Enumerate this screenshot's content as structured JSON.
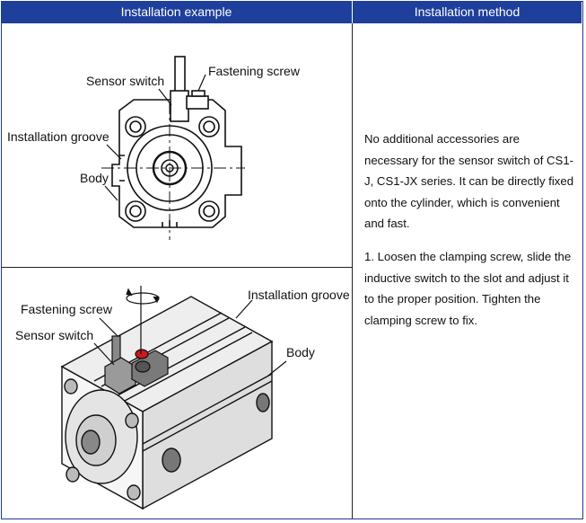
{
  "header": {
    "col1": "Installation example",
    "col2": "Installation method"
  },
  "top_diagram": {
    "sensor_switch": "Sensor switch",
    "fastening_screw": "Fastening screw",
    "installation_groove": "Installation groove",
    "body": "Body"
  },
  "bottom_diagram": {
    "fastening_screw": "Fastening screw",
    "sensor_switch": "Sensor switch",
    "installation_groove": "Installation groove",
    "body": "Body"
  },
  "method": {
    "para1": "No additional accessories are necessary for the sensor switch of CS1-J, CS1-JX series. It can be directly fixed onto the cylinder, which is convenient and fast.",
    "para2": "1. Loosen the clamping screw, slide the inductive switch to the slot and adjust it to the proper position. Tighten the clamping screw  to fix."
  },
  "colors": {
    "header_bg": "#1e3f9b",
    "header_text": "#ffffff",
    "marker_red": "#d0191b"
  }
}
